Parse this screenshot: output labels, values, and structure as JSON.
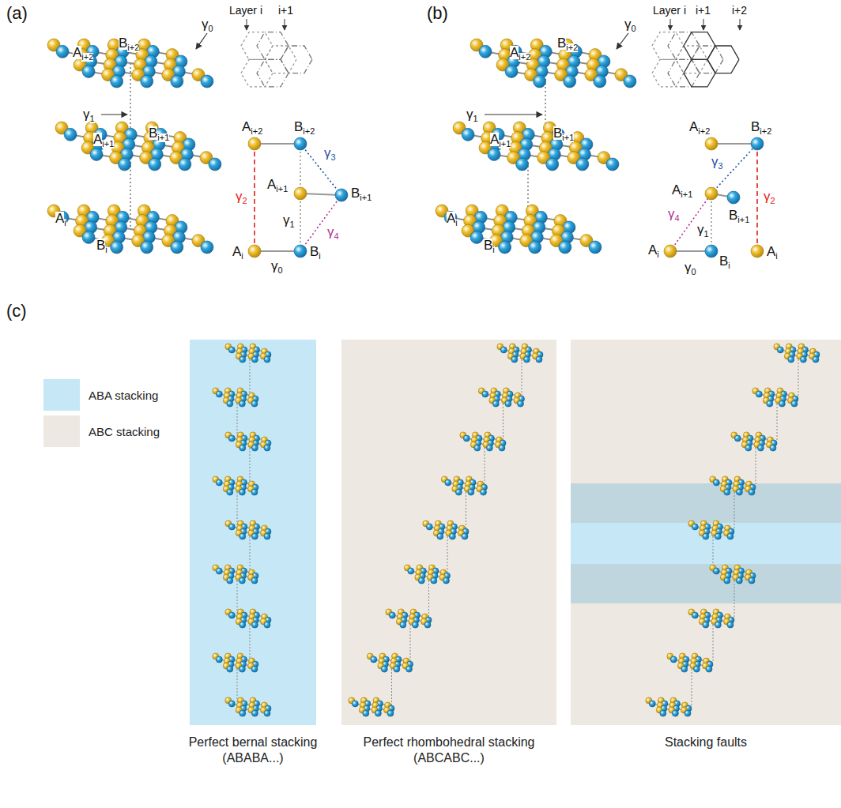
{
  "diagram": {
    "nodes": [
      {
        "text": [
          "Perfect bernal stacking (ABABA...)"
        ]
      },
      {
        "text": [
          "Perfect rhombohedral stacking (ABCABC...)"
        ]
      },
      {
        "text": [
          "Stacking faults"
        ]
      }
    ],
    "labels": [
      "(a)",
      "γ",
      "0",
      "A",
      "i+2",
      "B",
      "i+2",
      "γ",
      "1",
      "A",
      "i+1",
      "B",
      "i+1",
      "A",
      "i",
      "B",
      "i",
      "Layer i",
      "i+1",
      "A",
      "i+2",
      "B",
      "i+2",
      "γ",
      "2",
      "γ",
      "3",
      "A",
      "i+1",
      "B",
      "i+1",
      "γ",
      "1",
      "γ",
      "4",
      "A",
      "i",
      "B",
      "i",
      "γ",
      "0",
      "(b)",
      "γ",
      "0",
      "A",
      "i+2",
      "B",
      "i+2",
      "γ",
      "1",
      "A",
      "i+1",
      "B",
      "i+1",
      "A",
      "i",
      "B",
      "i",
      "Layer i",
      "i+1",
      "i+2",
      "A",
      "i+2",
      "B",
      "i+2",
      "γ",
      "3",
      "A",
      "i+1",
      "B",
      "i+1",
      "γ",
      "4",
      "γ",
      "1",
      "γ",
      "2",
      "A",
      "i",
      "B",
      "i",
      "γ",
      "0",
      "A",
      "i",
      "(c)"
    ],
    "legend": [
      {
        "text": "ABA stacking",
        "color": "#c6e8f6"
      },
      {
        "text": "ABC stacking",
        "color": "#ede9e2"
      }
    ]
  }
}
